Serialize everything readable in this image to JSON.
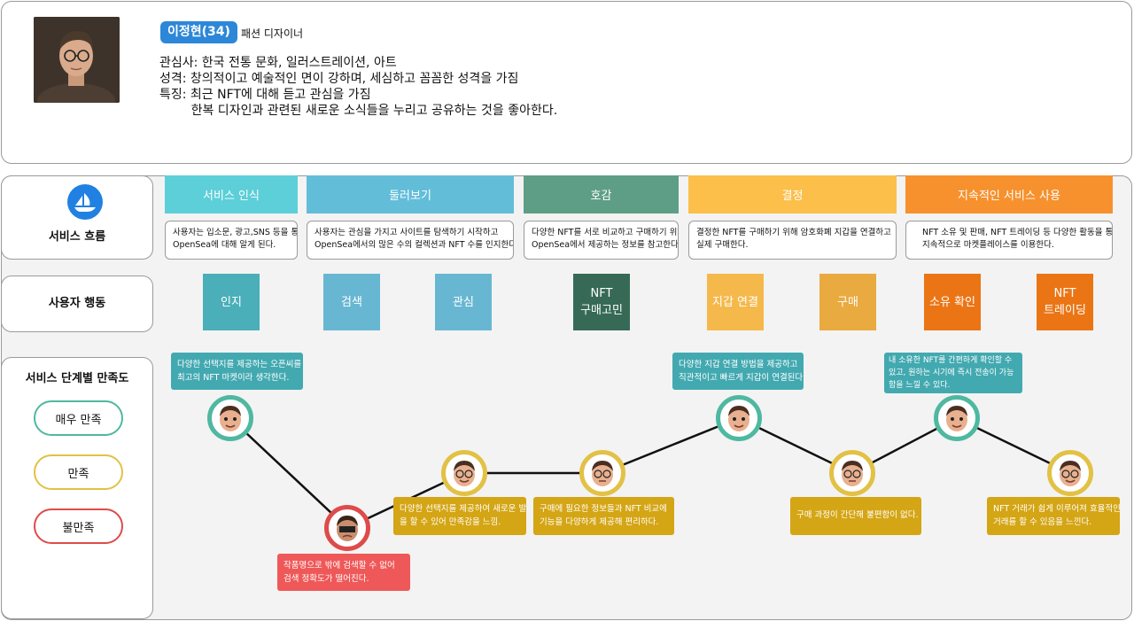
{
  "persona": {
    "name": "이정현(34)",
    "job": "패션 디자이너",
    "lines": [
      "관심사: 한국 전통 문화, 일러스트레이션, 아트",
      "성격: 창의적이고 예술적인 면이 강하며, 세심하고 꼼꼼한 성격을 가짐",
      "특징: 최근 NFT에 대해 듣고 관심을 가짐",
      "        한복 디자인과 관련된 새로운 소식들을 누리고 공유하는 것을 좋아한다."
    ]
  },
  "labels": {
    "service_flow": "서비스 흐름",
    "user_action": "사용자 행동",
    "satisfaction": "서비스 단계별 만족도"
  },
  "satisfaction_levels": [
    {
      "label": "매우 만족",
      "color": "#4fb8a0"
    },
    {
      "label": "만족",
      "color": "#e2c145"
    },
    {
      "label": "불만족",
      "color": "#de4b4b"
    }
  ],
  "stages": [
    {
      "label": "서비스 인식",
      "color": "#5ccfd8",
      "desc": [
        "사용자는 입소문, 광고,SNS 등을 통해",
        "OpenSea에 대해 알게 된다."
      ]
    },
    {
      "label": "둘러보기",
      "color": "#62bdd9",
      "desc": [
        "사용자는 관심을 가지고 사이트를 탐색하기 시작하고",
        "OpenSea에서의 많은 수의 컬렉션과 NFT 수를 인지한다."
      ]
    },
    {
      "label": "호감",
      "color": "#5e9e87",
      "desc": [
        "다양한 NFT를 서로 비교하고 구매하기 위해",
        "OpenSea에서 제공하는 정보를 참고한다."
      ]
    },
    {
      "label": "결정",
      "color": "#fbbf4a",
      "desc": [
        "결정한 NFT를 구매하기 위해 암호화폐 지갑을 연결하고",
        "실제 구매한다."
      ]
    },
    {
      "label": "지속적인 서비스 사용",
      "color": "#f7912d",
      "desc": [
        "NFT 소유 및 판매, NFT 트레이딩 등 다양한 활동을 통해",
        "지속적으로 마켓플레이스를 이용한다."
      ]
    }
  ],
  "actions": [
    {
      "label": "인지",
      "color": "#4aafb8"
    },
    {
      "label": "검색",
      "color": "#68b7d2"
    },
    {
      "label": "관심",
      "color": "#68b7d2"
    },
    {
      "label": "NFT\n구매고민",
      "color": "#366a57"
    },
    {
      "label": "지갑 연결",
      "color": "#f5b94b"
    },
    {
      "label": "구매",
      "color": "#e9aa40"
    },
    {
      "label": "소유 확인",
      "color": "#eb7515"
    },
    {
      "label": "NFT\n트레이딩",
      "color": "#eb7515"
    }
  ],
  "journey": [
    {
      "action": "인지",
      "level": "매우 만족"
    },
    {
      "action": "검색",
      "level": "불만족"
    },
    {
      "action": "관심",
      "level": "만족"
    },
    {
      "action": "NFT 구매고민",
      "level": "만족"
    },
    {
      "action": "지갑 연결",
      "level": "매우 만족"
    },
    {
      "action": "구매",
      "level": "만족"
    },
    {
      "action": "소유 확인",
      "level": "매우 만족"
    },
    {
      "action": "NFT 트레이딩",
      "level": "만족"
    }
  ],
  "comments": [
    {
      "lines": [
        "다양한 선택지를 제공하는 오픈씨를",
        "최고의 NFT 마켓이라 생각한다."
      ],
      "color": "#43a9b0"
    },
    {
      "lines": [
        "작품명으로 밖에 검색할 수 없어",
        "검색 정확도가 떨어진다."
      ],
      "color": "#ef5858"
    },
    {
      "lines": [
        "다양한 선택지를 제공하여 새로운 발견",
        "을 할 수 있어 만족감을 느낌."
      ],
      "color": "#d4a514"
    },
    {
      "lines": [
        "구매에 필요한 정보들과  NFT 비교에",
        "기능을 다양하게 제공해 편리하다."
      ],
      "color": "#d4a514"
    },
    {
      "lines": [
        "다양한 지갑 연결 방법을 제공하고",
        "직관적이고 빠르게 지갑이 연결된다."
      ],
      "color": "#43a9b0"
    },
    {
      "lines": [
        "구매 과정이 간단해 불편함이 없다."
      ],
      "color": "#d4a514"
    },
    {
      "lines": [
        "내 소유한 NFT를 간편하게 확인할 수 있고, 원하는 시기에 즉시 전송이 가능함을 느낄 수 있다."
      ],
      "color": "#43a9b0"
    },
    {
      "lines": [
        "NFT 거래가 쉽게 이루어져 효율적인",
        "거래를 할 수 있음을 느낀다."
      ],
      "color": "#d4a514"
    }
  ],
  "icons": {
    "logo": "opensea-boat-icon",
    "avatar": "memoji-avatar-icon"
  }
}
